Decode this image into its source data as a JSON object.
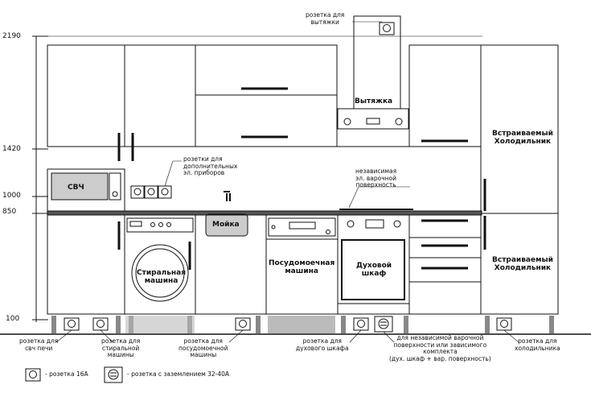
{
  "dimensions": {
    "d2190": "2190",
    "d1420": "1420",
    "d1000": "1000",
    "d850": "850",
    "d100": "100"
  },
  "appliances": {
    "microwave": "СВЧ",
    "hood": "Вытяжка",
    "sink": "Мойка",
    "washer": "Стиральная\nмашина",
    "dishwasher": "Посудомоечная\nмашина",
    "oven": "Духовой\nшкаф",
    "fridge_top": "Встраиваемый\nХолодильник",
    "fridge_bottom": "Встраиваемый\nХолодильник"
  },
  "annotations": {
    "hood_socket": "розетка для\nвытяжки",
    "extra_sockets": "розетки для\nдополнительных\nэл. приборов",
    "hob": "независимая\nэл. варочной\nповерхность",
    "microwave_socket": "розетка для\nсвч печи",
    "washer_socket": "розетка для\nстиральной\nмашины",
    "dishwasher_socket": "розетка для\nпосудомоечной\nмашины",
    "oven_socket": "розетка для\nдухового шкафа",
    "hob_power": "для независимой варочной\nповерхности или зависимого\nкомплекта\n(дух. шкаф + вар. поверхность)",
    "fridge_socket": "розетка для\nхолодильника"
  },
  "legend": {
    "socket16": "- розетка 16А",
    "socket32": "- розетка с заземлением 32-40А"
  }
}
